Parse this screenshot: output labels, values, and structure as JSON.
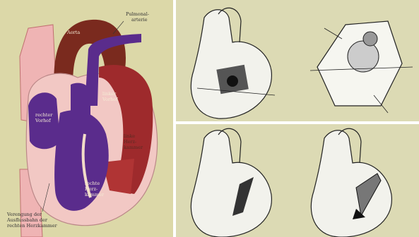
{
  "diagram": {
    "labels": {
      "aorta": "Aorta",
      "pulmonary_artery_l1": "Pulmonal-",
      "pulmonary_artery_l2": "arterie",
      "left_atrium_l1": "linker",
      "left_atrium_l2": "Vorhof",
      "right_atrium_l1": "rechter",
      "right_atrium_l2": "Vorhof",
      "left_ventricle_l1": "linke",
      "left_ventricle_l2": "Herz-",
      "left_ventricle_l3": "kammer",
      "right_ventricle_l1": "rechte",
      "right_ventricle_l2": "Herz-",
      "right_ventricle_l3": "kammer",
      "footnote_l1": "Verengung der",
      "footnote_l2": "Ausflussbahn der",
      "footnote_l3": "rechten Herzkammer"
    }
  },
  "colors": {
    "background": "#dcd8a8",
    "aorta": "#7a2a1e",
    "venous_purple": "#5a2c8c",
    "pink_tissue": "#f2c8c4",
    "dark_red": "#9e2a2c"
  }
}
